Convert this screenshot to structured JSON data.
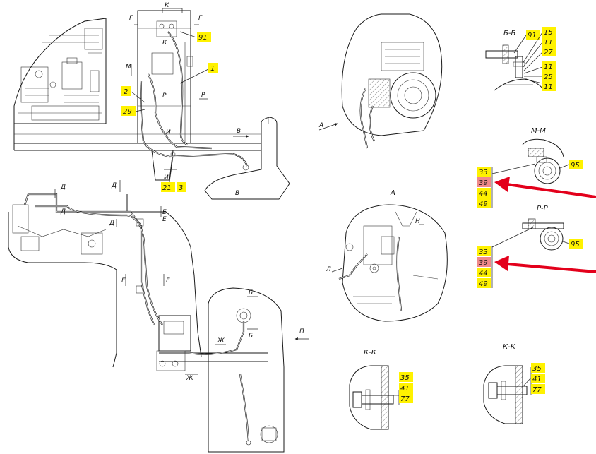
{
  "colors": {
    "line": "#1a1a1a",
    "highlight": "#fff200",
    "highlight_alert": "#f08a8a",
    "arrow": "#e3001b",
    "background": "#ffffff"
  },
  "main_view": {
    "labels": {
      "k_top": "К",
      "g_left": "Г",
      "g_right": "Г",
      "m": "М",
      "k_mid": "К",
      "r_left": "Р",
      "r_right": "Р",
      "i_top": "И",
      "i_bottom": "И",
      "v_top": "В",
      "v_bottom": "В"
    },
    "callouts": [
      "91",
      "1",
      "2",
      "29",
      "21",
      "3"
    ]
  },
  "lower_view": {
    "labels": {
      "d1": "Д",
      "d2": "Д",
      "d3": "Д",
      "d4": "Д",
      "e1": "Е",
      "e2": "Е",
      "e3": "Е",
      "e4": "Е",
      "b_top": "Б",
      "b_bottom": "Б",
      "zh_top": "Ж",
      "zh_bottom": "Ж",
      "p": "П"
    }
  },
  "view_a_small": {
    "label": "А"
  },
  "view_a_large": {
    "title": "А",
    "labels": {
      "l": "Л",
      "n": "Н"
    }
  },
  "section_bb": {
    "title": "Б-Б",
    "callouts": [
      "91",
      "15",
      "11",
      "27",
      "11",
      "25",
      "11"
    ]
  },
  "section_mm": {
    "title": "М-М",
    "callout_right": "95",
    "callouts": [
      "33",
      "39",
      "44",
      "49"
    ],
    "alert_index": 1
  },
  "section_rr": {
    "title": "Р-Р",
    "callout_right": "95",
    "callouts": [
      "33",
      "39",
      "44",
      "49"
    ],
    "alert_index": 1
  },
  "section_kk1": {
    "title": "К-К",
    "callouts": [
      "35",
      "41",
      "77"
    ]
  },
  "section_kk2": {
    "title": "К-К",
    "callouts": [
      "35",
      "41",
      "77"
    ]
  }
}
